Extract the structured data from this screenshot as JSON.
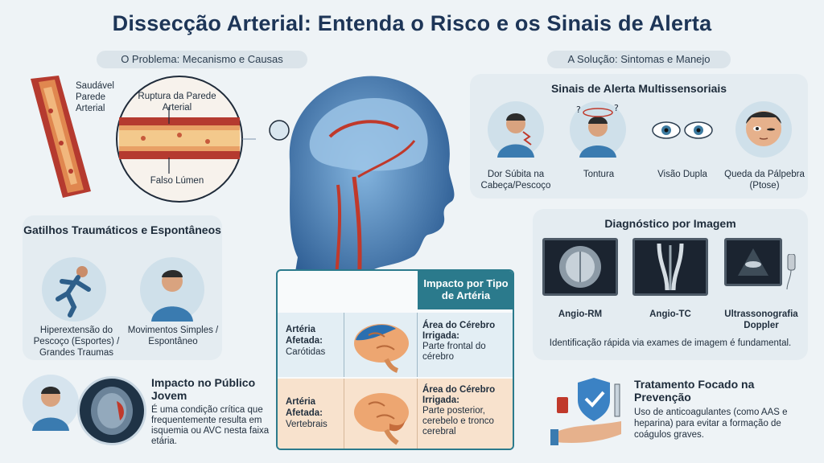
{
  "title": "Dissecção Arterial: Entenda o Risco e os Sinais de Alerta",
  "left_pill": "O Problema: Mecanismo e Causas",
  "right_pill": "A Solução: Sintomas e Manejo",
  "artery": {
    "healthy": "Saudável Parede Arterial",
    "rupture": "Ruptura da Parede Arterial",
    "false_lumen": "Falso Lúmen"
  },
  "triggers": {
    "title": "Gatilhos Traumáticos e Espontâneos",
    "items": [
      {
        "label": "Hiperextensão do Pescoço (Esportes) / Grandes Traumas"
      },
      {
        "label": "Movimentos Simples / Espontâneo"
      }
    ]
  },
  "young": {
    "title": "Impacto no Público Jovem",
    "text": "É uma condição crítica que frequentemente resulta em isquemia ou AVC nesta faixa etária."
  },
  "impact_table": {
    "header": "Impacto por Tipo de Artéria",
    "rows": [
      {
        "artery_label": "Artéria Afetada:",
        "artery": "Carótidas",
        "area_label": "Área do Cérebro Irrigada:",
        "area": "Parte frontal do cérebro"
      },
      {
        "artery_label": "Artéria Afetada:",
        "artery": "Vertebrais",
        "area_label": "Área do Cérebro Irrigada:",
        "area": "Parte posterior, cerebelo e tronco cerebral"
      }
    ]
  },
  "signs": {
    "title": "Sinais de Alerta Multissensoriais",
    "items": [
      {
        "label": "Dor Súbita na Cabeça/Pescoço"
      },
      {
        "label": "Tontura"
      },
      {
        "label": "Visão Dupla"
      },
      {
        "label": "Queda da Pálpebra (Ptose)"
      }
    ]
  },
  "imaging": {
    "title": "Diagnóstico por Imagem",
    "items": [
      {
        "label": "Angio-RM"
      },
      {
        "label": "Angio-TC"
      },
      {
        "label": "Ultrassonografia Doppler"
      }
    ],
    "footer": "Identificação rápida via exames de imagem é fundamental."
  },
  "treatment": {
    "title": "Tratamento Focado na Prevenção",
    "text": "Uso de anticoagulantes (como AAS e heparina) para evitar a formação de coágulos graves."
  },
  "colors": {
    "artery_red": "#c0392b",
    "brain_blue": "#2a6fb0",
    "title_navy": "#1d3557",
    "teal_header": "#2b7a8c"
  }
}
